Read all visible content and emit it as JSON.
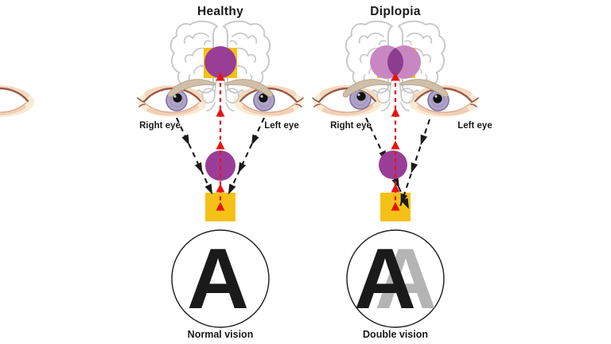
{
  "figure": {
    "description": "Comparison diagram of normal binocular vision versus diplopia (double vision)"
  },
  "colors": {
    "background": "#FFFFFF",
    "yellow": "#F5C116",
    "purple": "#9A3D96",
    "purple_light": "#C887C3",
    "purple_overlap": "#8B3D8F",
    "red": "#E41613",
    "brain": "#C9C9C9",
    "ink": "#1A1A1A",
    "ghost": "#B4B4B4",
    "skin": "#F9ECD4",
    "lid": "#9B5A49",
    "iris": "#AFA4C8",
    "iris_rim": "#7F72A4",
    "brow": "#CFBFA9"
  },
  "panels": [
    {
      "title": "Healthy",
      "right_eye_label": "Right eye",
      "left_eye_label": "Left eye",
      "letter": "A",
      "caption": "Normal vision"
    },
    {
      "title": "Diplopia",
      "right_eye_label": "Right eye",
      "left_eye_label": "Left eye",
      "letter": "A",
      "ghost_letter": "A",
      "caption": "Double vision"
    }
  ]
}
